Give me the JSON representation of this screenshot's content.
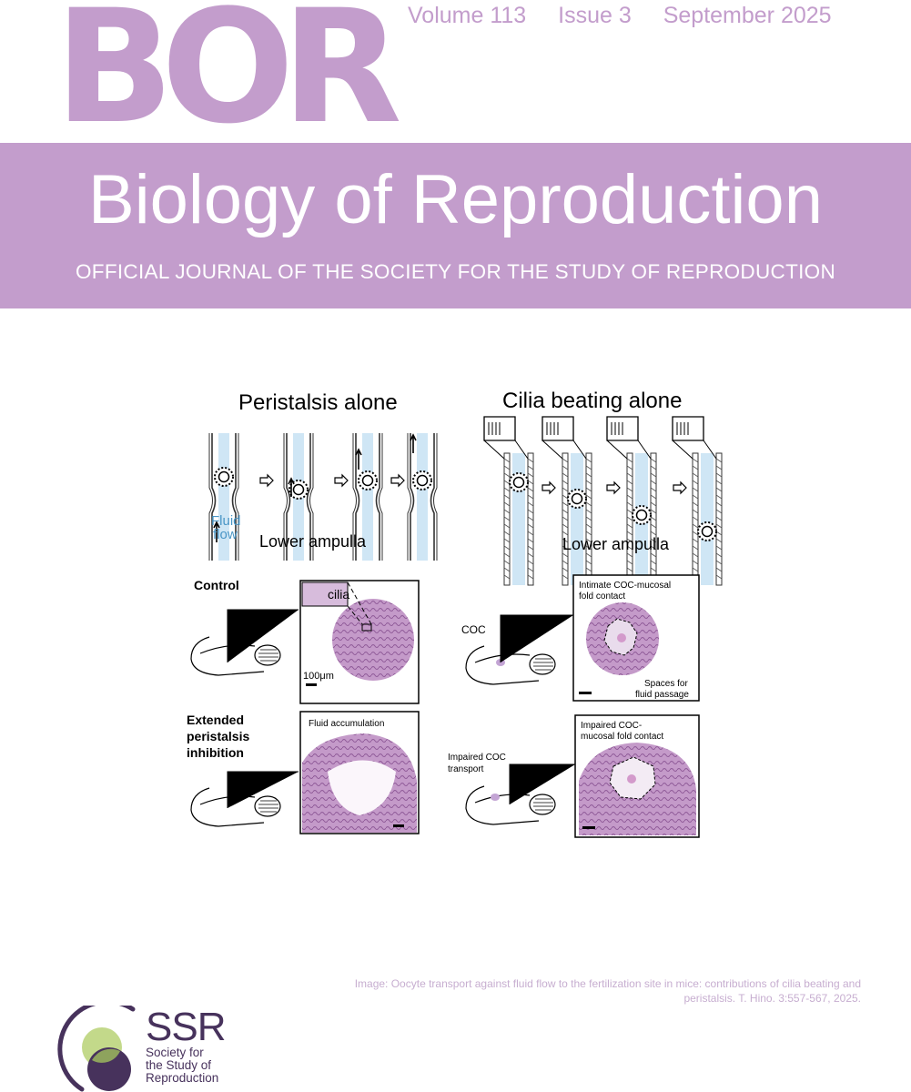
{
  "masthead": {
    "logo": "BOR",
    "volume": "Volume 113",
    "issue": "Issue 3",
    "date": "September 2025"
  },
  "band": {
    "title": "Biology of Reproduction",
    "subtitle": "OFFICIAL JOURNAL OF THE SOCIETY FOR THE STUDY OF REPRODUCTION"
  },
  "figure": {
    "peristalsis_title": "Peristalsis alone",
    "cilia_title": "Cilia beating alone",
    "fluid_label_1": "Fluid",
    "fluid_label_2": "flow",
    "lower_ampulla_left": "Lower ampulla",
    "lower_ampulla_right": "Lower ampulla",
    "control_label": "Control",
    "cilia_label": "cilia",
    "scale_label": "100μm",
    "coc_label": "COC",
    "intimate_line1": "Intimate COC-mucosal",
    "intimate_line2": "fold contact",
    "spaces_line1": "Spaces for",
    "spaces_line2": "fluid passage",
    "extended_line1": "Extended",
    "extended_line2": "peristalsis",
    "extended_line3": "inhibition",
    "fluid_accumulation": "Fluid accumulation",
    "impaired_contact_line1": "Impaired COC-",
    "impaired_contact_line2": "mucosal fold contact",
    "impaired_transport_line1": "Impaired COC",
    "impaired_transport_line2": "transport"
  },
  "caption": {
    "line1": "Image: Oocyte transport against fluid flow to the fertilization site in mice: contributions of cilia beating and",
    "line2": "peristalsis. T. Hino. 3:557-567, 2025."
  },
  "society": {
    "abbr": "SSR",
    "name_line1": "Society for",
    "name_line2": "the Study of",
    "name_line3": "Reproduction"
  },
  "colors": {
    "brand_purple": "#c39dcc",
    "caption_purple": "#c7aed0",
    "ssr_dark": "#47325c",
    "ssr_green": "#c3d98a",
    "ssr_olive": "#8ea35d",
    "fluid_blue": "#cfe6f5",
    "tissue_purple": "#b98ec0"
  },
  "icons": {
    "ssr_mark": "ssr-overlapping-circles-logo"
  }
}
